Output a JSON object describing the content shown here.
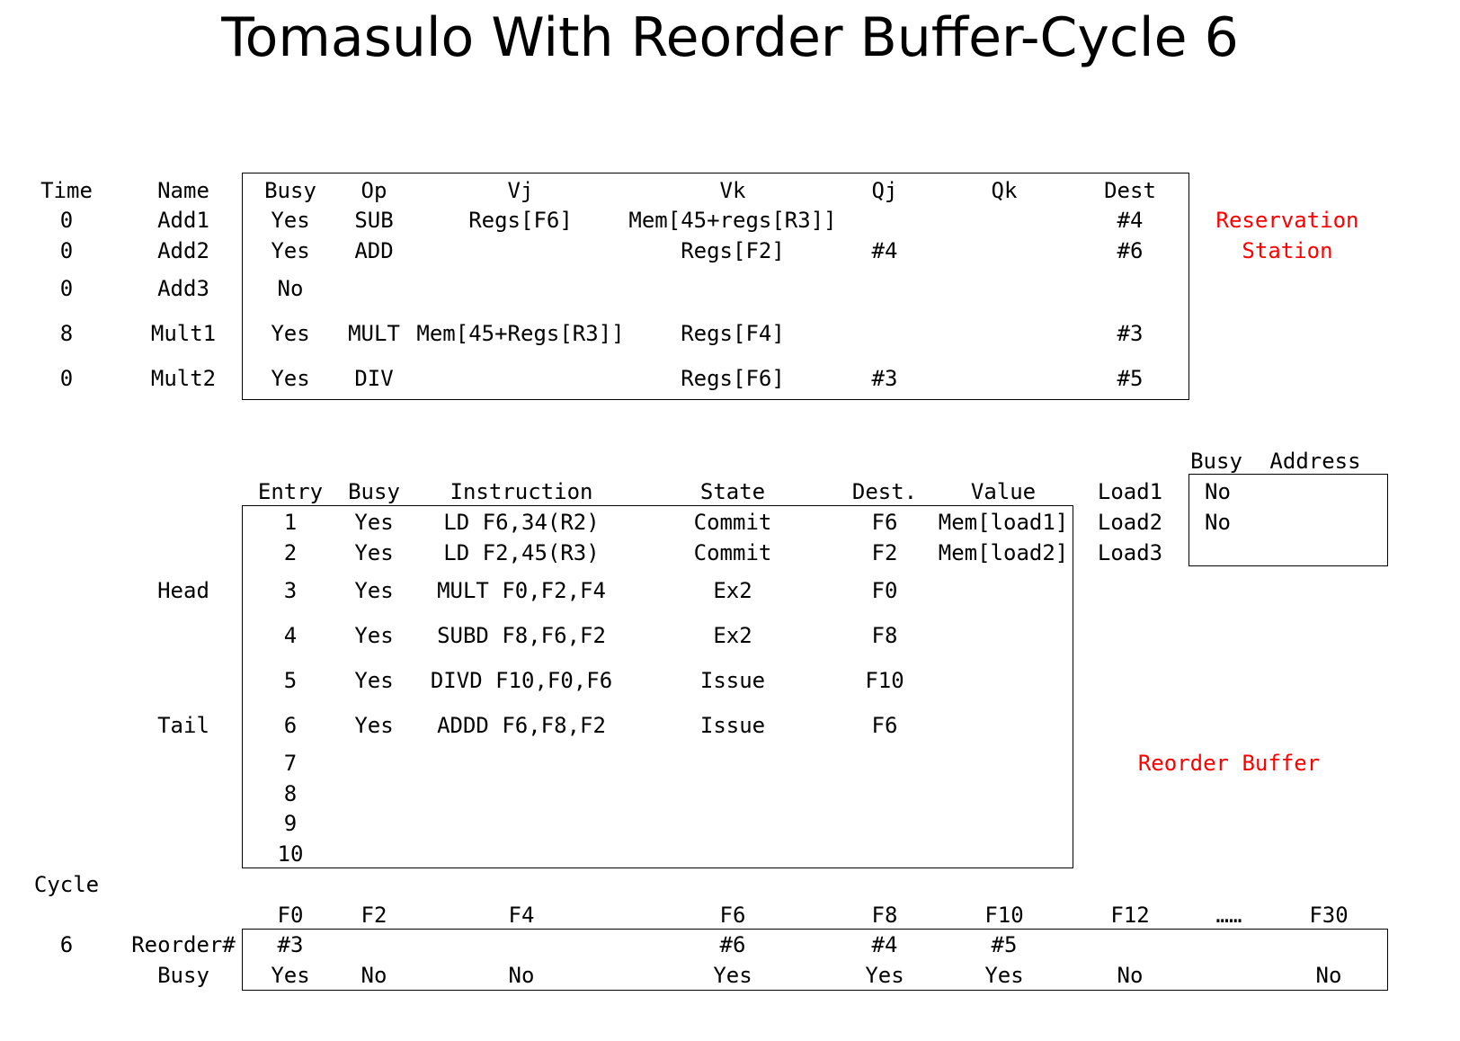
{
  "title": "Tomasulo With Reorder Buffer-Cycle 6",
  "colors": {
    "text": "#000000",
    "label_red": "#ff0000",
    "background": "#ffffff"
  },
  "reservation_station": {
    "label_line1": "Reservation",
    "label_line2": "Station",
    "headers": [
      "Time",
      "Name",
      "Busy",
      "Op",
      "Vj",
      "Vk",
      "Qj",
      "Qk",
      "Dest"
    ],
    "rows": [
      [
        "0",
        "Add1",
        "Yes",
        "SUB",
        "Regs[F6]",
        "Mem[45+regs[R3]]",
        "",
        "",
        "#4"
      ],
      [
        "0",
        "Add2",
        "Yes",
        "ADD",
        "",
        "Regs[F2]",
        "#4",
        "",
        "#6"
      ],
      [
        "0",
        "Add3",
        "No",
        "",
        "",
        "",
        "",
        "",
        ""
      ],
      [
        "8",
        "Mult1",
        "Yes",
        "MULT",
        "Mem[45+Regs[R3]]",
        "Regs[F4]",
        "",
        "",
        "#3"
      ],
      [
        "0",
        "Mult2",
        "Yes",
        "DIV",
        "",
        "Regs[F6]",
        "#3",
        "",
        "#5"
      ]
    ]
  },
  "load_buffers": {
    "headers": [
      "Busy",
      "Address"
    ],
    "rows": [
      {
        "name": "Load1",
        "busy": "No"
      },
      {
        "name": "Load2",
        "busy": "No"
      },
      {
        "name": "Load3",
        "busy": ""
      }
    ]
  },
  "reorder_buffer": {
    "label": "Reorder Buffer",
    "headers": [
      "Entry",
      "Busy",
      "Instruction",
      "State",
      "Dest.",
      "Value"
    ],
    "head_label": "Head",
    "tail_label": "Tail",
    "rows": [
      [
        "1",
        "Yes",
        "LD F6,34(R2)",
        "Commit",
        "F6",
        "Mem[load1]"
      ],
      [
        "2",
        "Yes",
        "LD F2,45(R3)",
        "Commit",
        "F2",
        "Mem[load2]"
      ],
      [
        "3",
        "Yes",
        "MULT F0,F2,F4",
        "Ex2",
        "F0",
        ""
      ],
      [
        "4",
        "Yes",
        "SUBD F8,F6,F2",
        "Ex2",
        "F8",
        ""
      ],
      [
        "5",
        "Yes",
        "DIVD F10,F0,F6",
        "Issue",
        "F10",
        ""
      ],
      [
        "6",
        "Yes",
        "ADDD F6,F8,F2",
        "Issue",
        "F6",
        ""
      ],
      [
        "7",
        "",
        "",
        "",
        "",
        ""
      ],
      [
        "8",
        "",
        "",
        "",
        "",
        ""
      ],
      [
        "9",
        "",
        "",
        "",
        "",
        ""
      ],
      [
        "10",
        "",
        "",
        "",
        "",
        ""
      ]
    ]
  },
  "register_status": {
    "cycle_label": "Cycle",
    "cycle_value": "6",
    "reorder_label": "Reorder#",
    "busy_label": "Busy",
    "registers": [
      "F0",
      "F2",
      "F4",
      "F6",
      "F8",
      "F10",
      "F12",
      "……",
      "F30"
    ],
    "reorder": [
      "#3",
      "",
      "",
      "#6",
      "#4",
      "#5",
      "",
      "",
      ""
    ],
    "busy": [
      "Yes",
      "No",
      "No",
      "Yes",
      "Yes",
      "Yes",
      "No",
      "",
      "No"
    ]
  }
}
